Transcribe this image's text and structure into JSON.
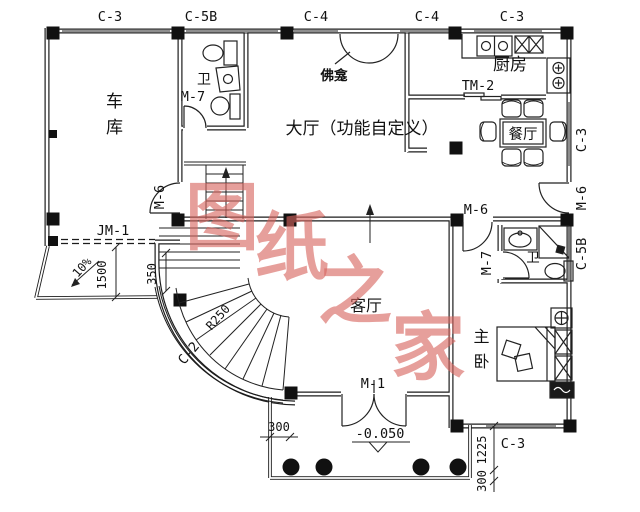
{
  "watermark": {
    "chars": [
      "图",
      "纸",
      "之",
      "家"
    ],
    "color": "#d8655f"
  },
  "rooms": {
    "garage": "车库",
    "hall": "大厅（功能自定义）",
    "shrine": "佛龛",
    "kitchen": "厨房",
    "dining": "餐厅",
    "living": "客厅",
    "master_bedroom": "主卧",
    "bath_top": "卫",
    "bath_master": "卫"
  },
  "openings": {
    "top_windows": [
      "C-3",
      "C-5B",
      "C-4",
      "C-4",
      "C-3"
    ],
    "right_windows": {
      "upper": "C-3",
      "lower": "C-5B"
    },
    "right_door": "M-6",
    "garage_door": "JM-1",
    "garage_inner_door": "M-6",
    "hall_bedroom_door": "M-6",
    "bath_top_door": "M-7",
    "bath_master_door": "M-7",
    "kitchen_door": "TM-2",
    "entry_door": "M-1",
    "curved_window": "C-2",
    "bedroom_window": "C-3"
  },
  "dimensions": {
    "ramp_slope": "10%",
    "ramp_length": "1500",
    "stair_dim": "350",
    "porch_edge": "300",
    "entry_elevation": "-0.050",
    "right_dim_upper": "1225",
    "right_dim_lower": "300",
    "stair_radius": "R250"
  }
}
